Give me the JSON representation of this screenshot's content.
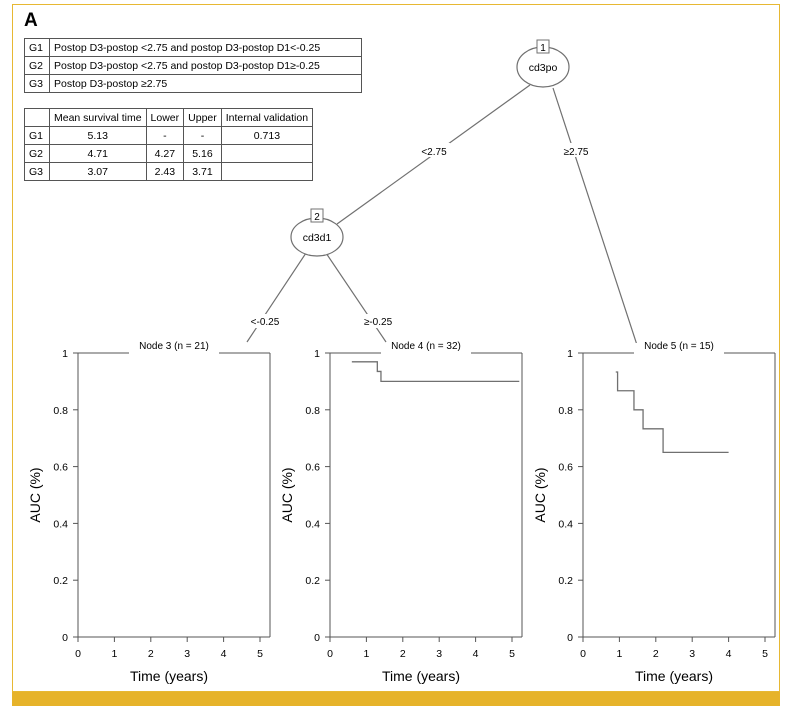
{
  "panel_letter": "A",
  "group_table": {
    "rows": [
      {
        "group": "G1",
        "definition": "Postop D3-postop <2.75 and postop D3-postop D1<-0.25"
      },
      {
        "group": "G2",
        "definition": "Postop D3-postop <2.75 and postop D3-postop D1≥-0.25"
      },
      {
        "group": "G3",
        "definition": "Postop D3-postop ≥2.75"
      }
    ]
  },
  "stats_table": {
    "headers": [
      "",
      "Mean survival time",
      "Lower",
      "Upper",
      "Internal validation"
    ],
    "rows": [
      [
        "G1",
        "5.13",
        "-",
        "-",
        "0.713"
      ],
      [
        "G2",
        "4.71",
        "4.27",
        "5.16",
        ""
      ],
      [
        "G3",
        "3.07",
        "2.43",
        "3.71",
        ""
      ]
    ]
  },
  "tree": {
    "node1": {
      "id": "1",
      "label": "cd3po"
    },
    "node2": {
      "id": "2",
      "label": "cd3d1"
    },
    "edge_labels": {
      "n1_left": "<2.75",
      "n1_right": "≥2.75",
      "n2_left": "<-0.25",
      "n2_right": "≥-0.25"
    }
  },
  "colors": {
    "frame": "#e7b833",
    "bar": "#e6b32a",
    "line": "#707070"
  },
  "chart_data": [
    {
      "type": "line",
      "title": "Node 3 (n = 21)",
      "xlabel": "Time (years)",
      "ylabel": "AUC (%)",
      "xlim": [
        0,
        5
      ],
      "ylim": [
        0,
        1
      ],
      "xticks": [
        0,
        1,
        2,
        3,
        4,
        5
      ],
      "yticks": [
        0,
        0.2,
        0.4,
        0.6,
        0.8,
        1
      ],
      "ytick_labels": [
        "0",
        "0.2",
        "0.4",
        "0.6",
        "0.8",
        "1"
      ],
      "step": true,
      "x": [],
      "y": []
    },
    {
      "type": "line",
      "title": "Node 4 (n = 32)",
      "xlabel": "Time (years)",
      "ylabel": "AUC (%)",
      "xlim": [
        0,
        5
      ],
      "ylim": [
        0,
        1
      ],
      "xticks": [
        0,
        1,
        2,
        3,
        4,
        5
      ],
      "yticks": [
        0,
        0.2,
        0.4,
        0.6,
        0.8,
        1
      ],
      "ytick_labels": [
        "0",
        "0.2",
        "0.4",
        "0.6",
        "0.8",
        "1"
      ],
      "step": true,
      "x": [
        0.6,
        1.3,
        1.4,
        5.2
      ],
      "y": [
        0.969,
        0.935,
        0.9,
        0.9
      ]
    },
    {
      "type": "line",
      "title": "Node 5 (n = 15)",
      "xlabel": "Time (years)",
      "ylabel": "AUC (%)",
      "xlim": [
        0,
        5
      ],
      "ylim": [
        0,
        1
      ],
      "xticks": [
        0,
        1,
        2,
        3,
        4,
        5
      ],
      "yticks": [
        0,
        0.2,
        0.4,
        0.6,
        0.8,
        1
      ],
      "ytick_labels": [
        "0",
        "0.2",
        "0.4",
        "0.6",
        "0.8",
        "1"
      ],
      "step": true,
      "x": [
        0.9,
        0.95,
        1.4,
        1.65,
        2.2,
        4.0
      ],
      "y": [
        0.933,
        0.867,
        0.8,
        0.733,
        0.65,
        0.65
      ]
    }
  ]
}
